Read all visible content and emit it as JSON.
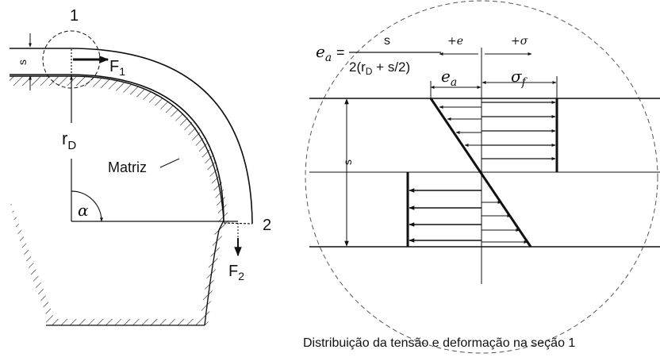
{
  "labels": {
    "section_1": "1",
    "section_2": "2",
    "s": "s",
    "r": "r",
    "r_sub": "D",
    "matriz": "Matriz",
    "alpha": "α",
    "F": "F",
    "f1_sub": "1",
    "f2_sub": "2",
    "plus_e": "+e",
    "plus_sigma": "+σ",
    "e": "e",
    "ea_sub": "a",
    "sigma": "σ",
    "sigma_sub": "f",
    "eq_equals": "=",
    "eq_numerator": "s",
    "eq_den_pre": "2(r",
    "eq_den_sub": "D",
    "eq_den_post": " + s/2)"
  },
  "caption": "Distribuição da tensão e deformação na seção 1"
}
